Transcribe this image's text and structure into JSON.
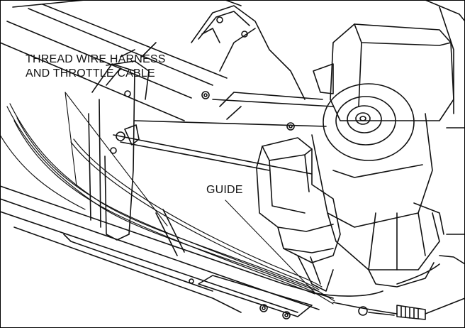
{
  "callouts": {
    "harness_line1": "THREAD WIRE HARNESS",
    "harness_line2": "AND THROTTLE CABLE",
    "guide": "GUIDE"
  },
  "colors": {
    "ink": "#111111",
    "background": "#ffffff"
  }
}
